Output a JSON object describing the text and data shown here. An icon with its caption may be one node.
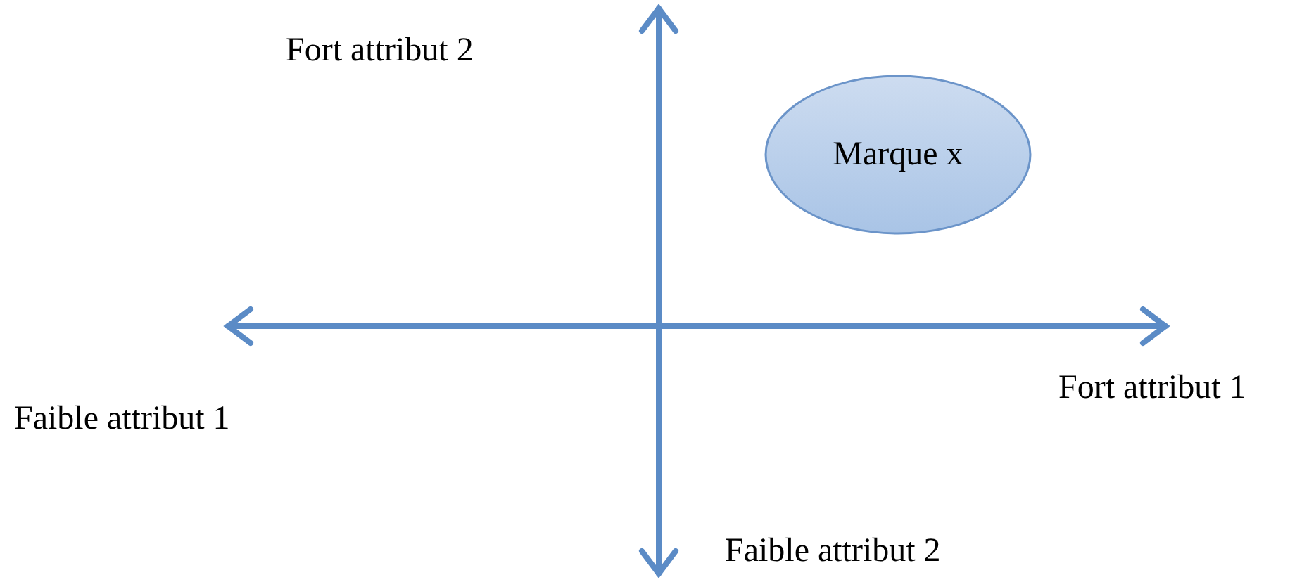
{
  "diagram": {
    "nodes": [
      {
        "text": [
          "Marque x"
        ]
      }
    ],
    "labels": [
      "Fort attribut 2",
      "Fort attribut 1",
      "Faible attribut 1",
      "Faible attribut 2"
    ]
  }
}
